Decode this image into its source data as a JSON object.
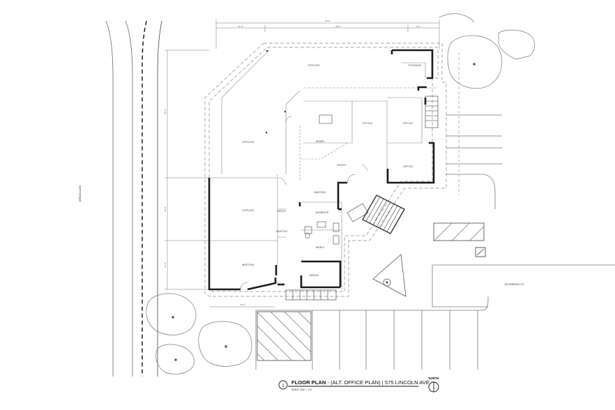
{
  "title_block": {
    "number": "1",
    "title_bold": "FLOOR PLAN",
    "title_rest": " - (ALT. OFFICE PLAN)  |  575 LINCOLN AVE.",
    "scale": "SCALE: 1/16\" = 1'-0\"",
    "north": "NORTH"
  },
  "rooms": {
    "offices_top": "OFFICES",
    "storage": "STORAGE",
    "office_1": "OFFICE",
    "office_2": "OFFICE",
    "office_3": "OFFICE",
    "offices_left": "OFFICES",
    "admin": "ADMIN",
    "entry": "ENTRY",
    "waiting": "WAITING",
    "offices_lower": "OFFICES",
    "womens": "WOMEN'S",
    "mens": "MEN'S",
    "meeting": "MEETING",
    "break": "BREAK",
    "mech": "MECH",
    "janitor": "JANITOR"
  },
  "site": {
    "street": "JORDAN LANE",
    "parking": "(E) PARKING LOT"
  },
  "dimensions": {
    "top_1": "21'-6\"",
    "top_2": "28'-0\"",
    "top_3": "9'-6\"",
    "top_4": "60'-0\"",
    "bottom": "31'-0\"",
    "left_1": "35'-0\"",
    "left_2": "32'-0\"",
    "left_3": "21'-0\""
  },
  "colors": {
    "wall": "#1a1a1a",
    "line": "#9a9a9a",
    "hatch": "#555555"
  }
}
